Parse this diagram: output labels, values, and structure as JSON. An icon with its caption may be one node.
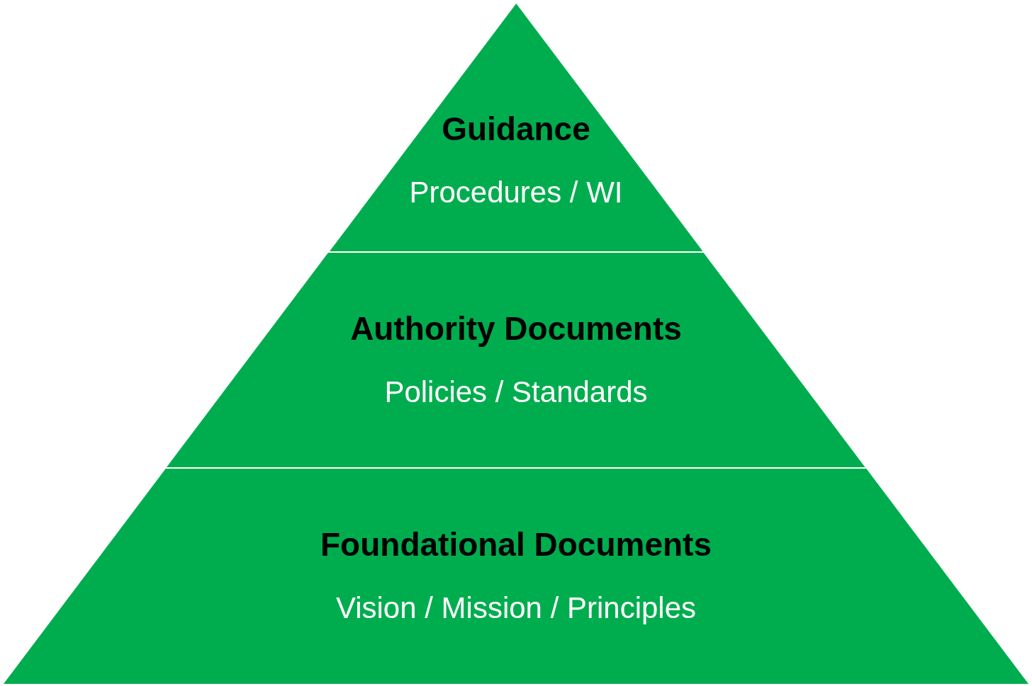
{
  "diagram": {
    "nodes": [
      {
        "text": [
          "Guidance",
          "Procedures / WI"
        ]
      },
      {
        "text": [
          "Authority Documents",
          "Policies / Standards"
        ]
      },
      {
        "text": [
          "Foundational Documents",
          "Vision / Mission / Principles"
        ]
      }
    ]
  }
}
